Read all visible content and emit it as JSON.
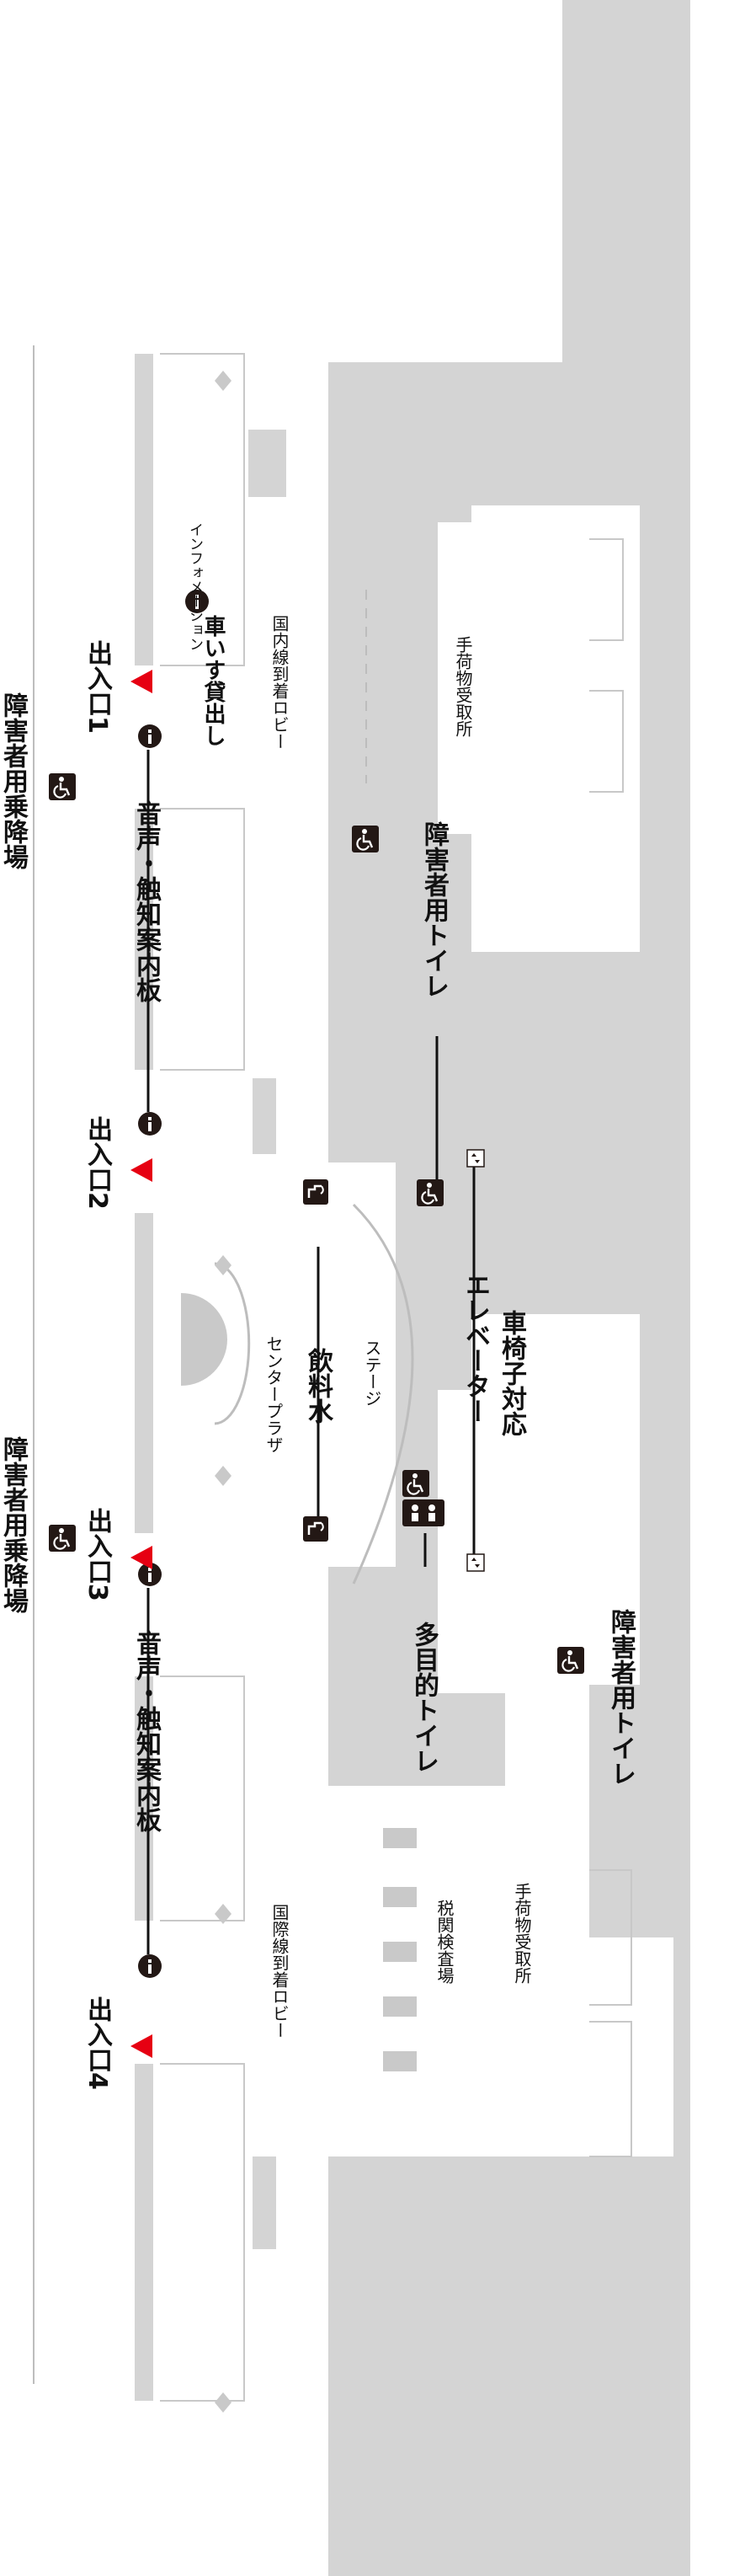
{
  "labels": {
    "entrance_1": "出入口1",
    "entrance_2": "出入口2",
    "entrance_3": "出入口3",
    "entrance_4": "出入口4",
    "accessible_dropoff_top": "障害者用乗降場",
    "accessible_dropoff_bottom": "障害者用乗降場",
    "information": "インフォメーション",
    "wheelchair_rental": "車いす貸出し",
    "domestic_arrival_lobby": "国内線到着ロビー",
    "international_arrival_lobby": "国際線到着ロビー",
    "baggage_claim_top": "手荷物受取所",
    "baggage_claim_bottom": "手荷物受取所",
    "accessible_toilet_top": "障害者用トイレ",
    "accessible_toilet_bottom": "障害者用トイレ",
    "tactile_board_top": "音声・触知案内板",
    "tactile_board_bottom": "音声・触知案内板",
    "stage": "ステージ",
    "center_plaza": "センタープラザ",
    "drinking_water": "飲料水",
    "wheelchair_elevator": "車椅子対応",
    "elevator": "エレベーター",
    "multipurpose_toilet": "多目的トイレ",
    "customs": "税関検査場"
  },
  "colors": {
    "building_gray": "#d4d4d4",
    "wall_gray": "#bdbdbd",
    "entrance_red": "#e60012",
    "icon_black": "#231815",
    "line_black": "#111111"
  },
  "icons": {
    "wheelchair": "wheelchair-icon",
    "info": "information-icon",
    "entrance": "entrance-triangle-icon",
    "water": "drinking-water-icon",
    "elevator": "elevator-icon",
    "baby": "baby-care-icon"
  }
}
